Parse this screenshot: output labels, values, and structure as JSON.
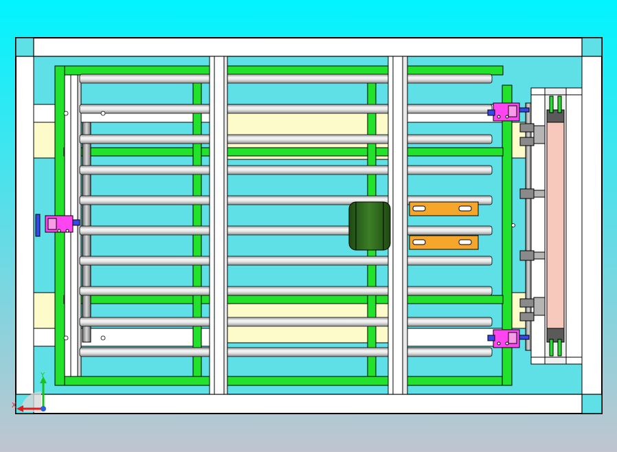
{
  "app": {
    "view": "top-view"
  },
  "colors": {
    "background_top": "#00f4ff",
    "background_bottom": "#c0c5cf",
    "frame_fill": "#ffffff",
    "frame_stroke": "#000000",
    "pad_fill": "#fdfbc9",
    "green_frame": "#22e22c",
    "roller_light": "#f4f4f4",
    "roller_dark": "#a8a8a8",
    "pneumatic_clamp": "#ff44f2",
    "clamp_rod": "#3a47e8",
    "motor": "#2f6b1d",
    "orange_plate": "#f5a62b",
    "pink_belt": "#f7c9bd",
    "steel_dark": "#5a5a5a"
  },
  "axis_triad": {
    "y_label": "Y",
    "x_label": "X",
    "y_color": "#18c41c",
    "x_color": "#e01b1b",
    "z_color": "#2a5fe0"
  },
  "icons": [
    "axis-triad-icon"
  ]
}
